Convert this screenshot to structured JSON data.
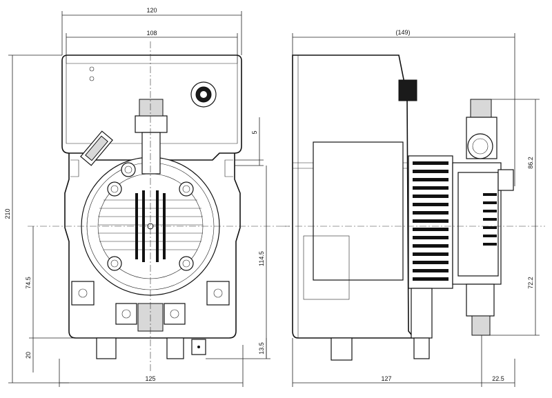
{
  "dimensions": {
    "front_overall_width": "120",
    "front_top_width": "108",
    "front_height": "210",
    "front_gap": "5",
    "front_center_height": "114.5",
    "front_inlet_height": "74.5",
    "front_bottom_offset": "20",
    "front_outlet_offset": "13.5",
    "front_base_width": "125",
    "side_overall_depth": "(149)",
    "side_upper_height": "86.2",
    "side_lower_height": "72.2",
    "side_base_depth": "127",
    "side_offset": "22.5"
  }
}
